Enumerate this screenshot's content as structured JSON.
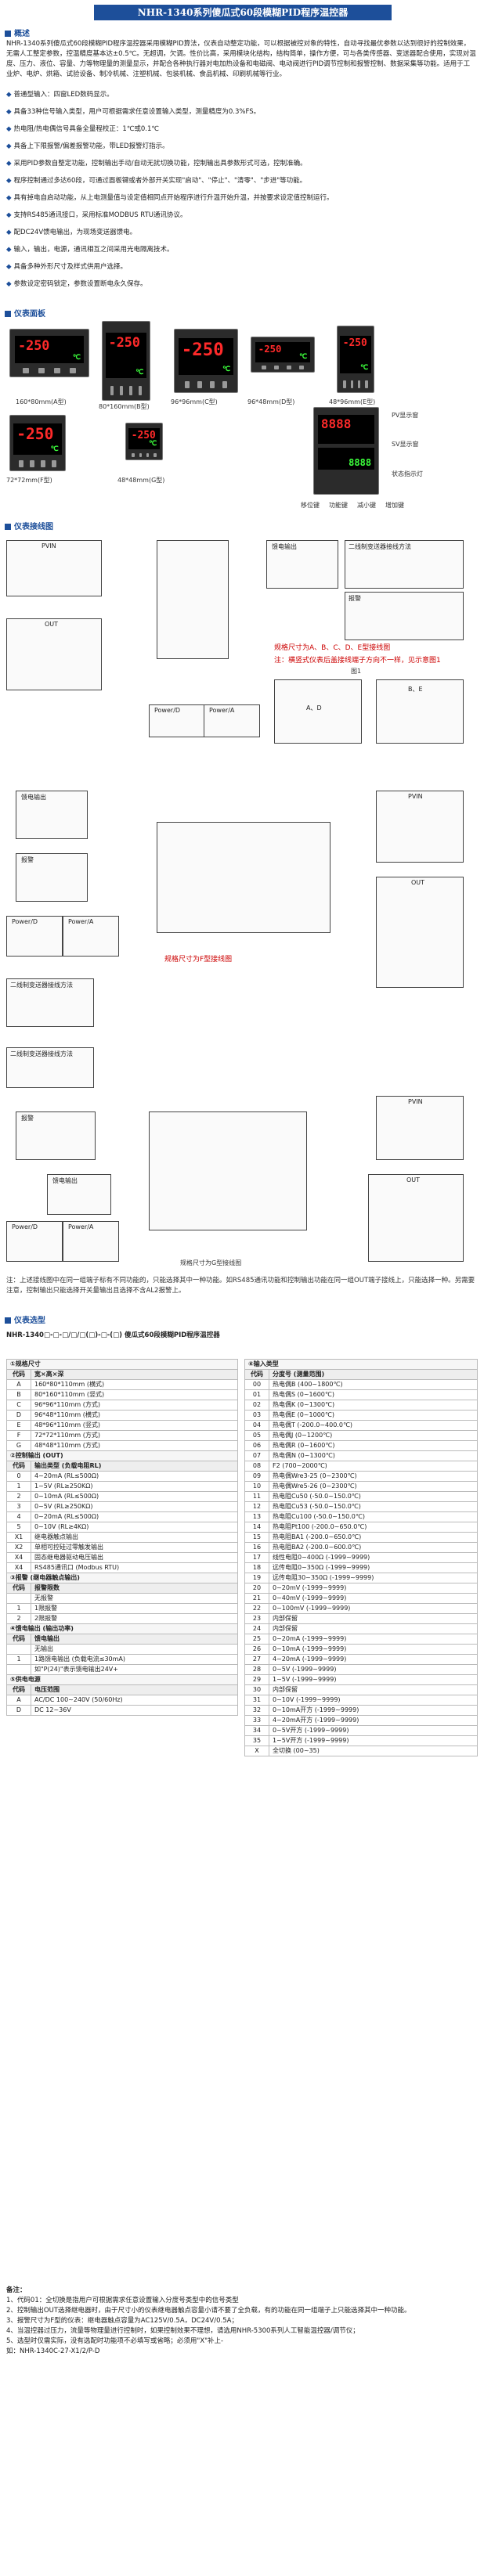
{
  "title": "NHR-1340系列傻瓜式60段模糊PID程序温控器",
  "overview": {
    "heading": "概述",
    "text": "NHR-1340系列傻瓜式60段模糊PID程序温控器采用模糊PID算法，仪表自动整定功能，可以根据被控对象的特性，自动寻找最优参数以达到很好的控制效果，无需人工整定参数，控温精度基本达±0.5℃。无超调，欠调。性价比高，采用模块化结构，结构简单，操作方便，可与各类传感器、变送器配合使用，实现对温度、压力、液位、容量、力等物理量的测量显示，并配合各种执行器对电加热设备和电磁阀、电动阀进行PID调节控制和报警控制、数据采集等功能。适用于工业炉、电炉、烘箱、试验设备、制冷机械、注塑机械、包装机械、食品机械、印刷机械等行业。"
  },
  "features": [
    "普通型输入：四窗LED数码显示。",
    "具备33种信号输入类型，用户可根据需求任意设置输入类型，测量精度为0.3%FS。",
    "热电阻/热电偶信号具备全量程校正：1℃或0.1℃",
    "具备上下限报警/偏差报警功能，带LED报警灯指示。",
    "采用PID参数自整定功能，控制输出手动/自动无扰切换功能，控制输出具参数形式可选，控制准确。",
    "程序控制通过多达60段，可通过面板键或者外部开关实现\"启动\"、\"停止\"、\"清零\"、\"步进\"等功能。",
    "具有掉电自启动功能，从上电测量值与设定值相同点开始程序进行升温开始升温，并按要求设定值控制运行。",
    "支持RS485通讯接口，采用标准MODBUS RTU通讯协议。",
    "配DC24V馈电输出，为现场变送器馈电。",
    "输入，输出，电源，通讯相互之间采用光电隔离技术。",
    "具备多种外形尺寸及样式供用户选择。",
    "参数设定密码锁定，参数设置断电永久保存。"
  ],
  "dimensions": {
    "heading": "仪表面板",
    "panels": [
      {
        "caption": "160*80mm(A型)",
        "pv": "-250",
        "sv": "℃"
      },
      {
        "caption": "80*160mm(B型)",
        "pv": "-250",
        "sv": "℃"
      },
      {
        "caption": "96*96mm(C型)",
        "pv": "-250",
        "sv": "℃"
      },
      {
        "caption": "96*48mm(D型)",
        "pv": "-250",
        "sv": "℃"
      },
      {
        "caption": "48*96mm(E型)",
        "pv": "-250",
        "sv": "℃"
      },
      {
        "caption": "72*72mm(F型)",
        "pv": "-250",
        "sv": "℃"
      },
      {
        "caption": "48*48mm(G型)",
        "pv": "-250",
        "sv": "℃"
      }
    ],
    "labels": {
      "pv_display": "PV显示窗",
      "sv_display": "SV显示窗",
      "status_light": "状态指示灯",
      "shift_key": "移位键",
      "function_key": "功能键",
      "down_key": "减小键",
      "up_key": "增加键"
    }
  },
  "wiring": {
    "heading": "仪表接线图",
    "pvin": "PVIN",
    "out": "OUT",
    "alarm": "报警",
    "feed": "馈电输出",
    "power_d": "Power/D",
    "power_a": "Power/A",
    "comm": "二线制变送器接线方法",
    "size_note_1": "规格尺寸为A、B、C、D、E型接线图",
    "size_note_2": "注：横竖式仪表后盖接线端子方向不一样，见示意图1",
    "fig_label": "图1",
    "ae_label": "A、D",
    "be_label": "B、E",
    "f_size": "规格尺寸为F型接线图",
    "g_size": "规格尺寸为G型接线图",
    "note": "注：上述接线图中在同一组端子标有不同功能的，只能选择其中一种功能。如RS485通讯功能和控制输出功能在同一组OUT端子接线上，只能选择一种。另需要注意，控制输出只能选择开关量输出且选择不含AL2报警上。"
  },
  "selection": {
    "heading": "仪表选型",
    "model_line": "NHR-1340□-□-□/□/□(□)-□-(□)     傻瓜式60段模糊PID程序温控器",
    "left": [
      {
        "group": "①规格尺寸",
        "header": [
          "代码",
          "宽×高×深"
        ]
      },
      {
        "c": "A",
        "d": "160*80*110mm (横式)"
      },
      {
        "c": "B",
        "d": "80*160*110mm (竖式)"
      },
      {
        "c": "C",
        "d": "96*96*110mm (方式)"
      },
      {
        "c": "D",
        "d": "96*48*110mm (横式)"
      },
      {
        "c": "E",
        "d": "48*96*110mm (竖式)"
      },
      {
        "c": "F",
        "d": "72*72*110mm (方式)"
      },
      {
        "c": "G",
        "d": "48*48*110mm (方式)"
      },
      {
        "group": "②控制输出 (OUT)",
        "header": [
          "代码",
          "输出类型 (负载电阻RL)"
        ]
      },
      {
        "c": "0",
        "d": "4~20mA (RL≤500Ω)"
      },
      {
        "c": "1",
        "d": "1~5V (RL≥250KΩ)"
      },
      {
        "c": "2",
        "d": "0~10mA (RL≤500Ω)"
      },
      {
        "c": "3",
        "d": "0~5V (RL≥250KΩ)"
      },
      {
        "c": "4",
        "d": "0~20mA (RL≤500Ω)"
      },
      {
        "c": "5",
        "d": "0~10V (RL≥4KΩ)"
      },
      {
        "c": "X1",
        "d": "继电器触点输出"
      },
      {
        "c": "X2",
        "d": "单相可控硅过零触发输出"
      },
      {
        "c": "X4",
        "d": "固态继电器驱动电压输出"
      },
      {
        "c": "X4",
        "d": "RS485通讯口 (Modbus RTU)"
      },
      {
        "group": "③报警 (继电器触点输出)",
        "header": [
          "代码",
          "报警限数"
        ]
      },
      {
        "c": "",
        "d": "无报警"
      },
      {
        "c": "1",
        "d": "1限报警"
      },
      {
        "c": "2",
        "d": "2限报警"
      },
      {
        "group": "④馈电输出 (输出功率)",
        "header": [
          "代码",
          "馈电输出"
        ]
      },
      {
        "c": "",
        "d": "无输出"
      },
      {
        "c": "1",
        "d": "1路馈电输出 (负载电流≤30mA)"
      },
      {
        "c": "",
        "d": "如\"P(24)\"表示馈电输出24V+"
      },
      {
        "group": "⑤供电电源",
        "header": [
          "代码",
          "电压范围"
        ]
      },
      {
        "c": "A",
        "d": "AC/DC 100~240V (50/60Hz)"
      },
      {
        "c": "D",
        "d": "DC 12~36V"
      }
    ],
    "right": [
      {
        "group": "⑥输入类型",
        "header": [
          "代码",
          "分度号 (测量范围)"
        ]
      },
      {
        "c": "00",
        "d": "热电偶B (400~1800℃)"
      },
      {
        "c": "01",
        "d": "热电偶S (0~1600℃)"
      },
      {
        "c": "02",
        "d": "热电偶K (0~1300℃)"
      },
      {
        "c": "03",
        "d": "热电偶E (0~1000℃)"
      },
      {
        "c": "04",
        "d": "热电偶T (-200.0~400.0℃)"
      },
      {
        "c": "05",
        "d": "热电偶J (0~1200℃)"
      },
      {
        "c": "06",
        "d": "热电偶R (0~1600℃)"
      },
      {
        "c": "07",
        "d": "热电偶N (0~1300℃)"
      },
      {
        "c": "08",
        "d": "F2 (700~2000℃)"
      },
      {
        "c": "09",
        "d": "热电偶Wre3-25 (0~2300℃)"
      },
      {
        "c": "10",
        "d": "热电偶Wre5-26 (0~2300℃)"
      },
      {
        "c": "11",
        "d": "热电阻Cu50 (-50.0~150.0℃)"
      },
      {
        "c": "12",
        "d": "热电阻Cu53 (-50.0~150.0℃)"
      },
      {
        "c": "13",
        "d": "热电阻Cu100 (-50.0~150.0℃)"
      },
      {
        "c": "14",
        "d": "热电阻Pt100 (-200.0~650.0℃)"
      },
      {
        "c": "15",
        "d": "热电阻BA1 (-200.0~650.0℃)"
      },
      {
        "c": "16",
        "d": "热电阻BA2 (-200.0~600.0℃)"
      },
      {
        "c": "17",
        "d": "线性电阻0~400Ω (-1999~9999)"
      },
      {
        "c": "18",
        "d": "远传电阻0~350Ω (-1999~9999)"
      },
      {
        "c": "19",
        "d": "远传电阻30~350Ω (-1999~9999)"
      },
      {
        "c": "20",
        "d": "0~20mV (-1999~9999)"
      },
      {
        "c": "21",
        "d": "0~40mV (-1999~9999)"
      },
      {
        "c": "22",
        "d": "0~100mV (-1999~9999)"
      },
      {
        "c": "23",
        "d": "内部保留"
      },
      {
        "c": "24",
        "d": "内部保留"
      },
      {
        "c": "25",
        "d": "0~20mA (-1999~9999)"
      },
      {
        "c": "26",
        "d": "0~10mA (-1999~9999)"
      },
      {
        "c": "27",
        "d": "4~20mA (-1999~9999)"
      },
      {
        "c": "28",
        "d": "0~5V (-1999~9999)"
      },
      {
        "c": "29",
        "d": "1~5V (-1999~9999)"
      },
      {
        "c": "30",
        "d": "内部保留"
      },
      {
        "c": "31",
        "d": "0~10V (-1999~9999)"
      },
      {
        "c": "32",
        "d": "0~10mA开方 (-1999~9999)"
      },
      {
        "c": "33",
        "d": "4~20mA开方 (-1999~9999)"
      },
      {
        "c": "34",
        "d": "0~5V开方 (-1999~9999)"
      },
      {
        "c": "35",
        "d": "1~5V开方 (-1999~9999)"
      },
      {
        "c": "X",
        "d": "全切换 (00~35)"
      }
    ],
    "remarks_head": "备注：",
    "remarks": [
      "1、代码01：全切换是指用户可根据需求任意设置输入分度号类型中的信号类型",
      "2、控制输出OUT选择继电器时，由于尺寸小的仪表继电器触点容量小请不要了全负载，有的功能在同一组端子上只能选择其中一种功能。",
      "3、报警尺寸为F型的仪表：继电器触点容量为AC125V/0.5A，DC24V/0.5A；",
      "4、当温控器过压力，流量等物理量进行控制时，如果控制效果不理想，请选用NHR-5300系列人工智能温控器/调节仪；",
      "5、选型时仅需实际，没有选配时功能项不必填写或省略；必须用\"X\"补上-",
      "如：NHR-1340C-27-X1/2/P-D"
    ]
  }
}
